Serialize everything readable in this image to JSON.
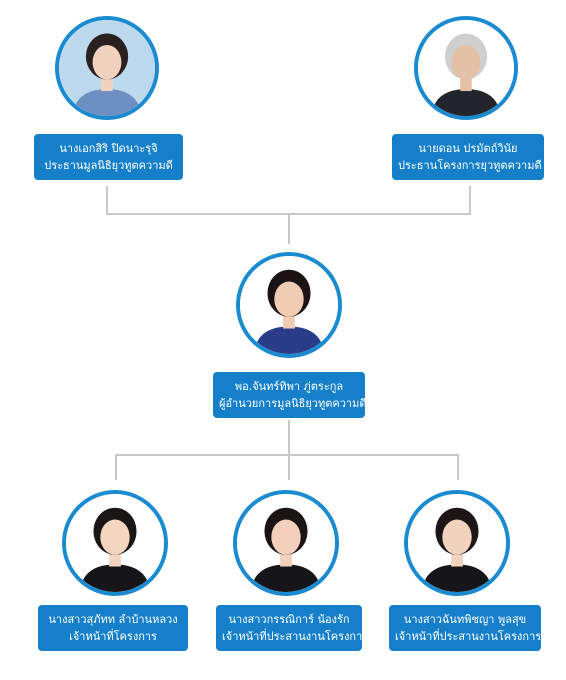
{
  "people": [
    {
      "id": "chair-foundation",
      "name": "นางเอกสิริ ปิดนาะรุจิ",
      "role": "ประธานมูลนิธิยุวทูตความดี",
      "bg": "#bcd9ee",
      "skin": "#f1d2bf",
      "hair": "#2a2020",
      "outfit": "#6e8fc2"
    },
    {
      "id": "chair-project",
      "name": "นายดอน ปรมัตถ์วินัย",
      "role": "ประธานโครงการยุวทูตความดี",
      "bg": "#ffffff",
      "skin": "#e3c1a4",
      "hair": "#cfcfcf",
      "outfit": "#23252c"
    },
    {
      "id": "director",
      "name": "พอ.จันทร์ทิพา ภู่ตระกูล",
      "role": "ผู้อำนวยการมูลนิธิยุวทูตความดี",
      "bg": "#ffffff",
      "skin": "#f0ccb3",
      "hair": "#1c1414",
      "outfit": "#2a3d8a"
    },
    {
      "id": "staff-1",
      "name": "นางสาวสุภัทท ลำบ้านหลวง",
      "role": "เจ้าหน้าที่โครงการ",
      "bg": "#ffffff",
      "skin": "#f3d5c0",
      "hair": "#1a1616",
      "outfit": "#15151a"
    },
    {
      "id": "staff-2",
      "name": "นางสาวกรรณิการ์ น้องรัก",
      "role": "เจ้าหน้าที่ประสานงานโครงการ",
      "bg": "#ffffff",
      "skin": "#f2d0bb",
      "hair": "#1a1414",
      "outfit": "#15151a"
    },
    {
      "id": "staff-3",
      "name": "นางสาวฉันทพิชญา พูลสุข",
      "role": "เจ้าหน้าที่ประสานงานโครงการ",
      "bg": "#ffffff",
      "skin": "#f1d3c0",
      "hair": "#1c1616",
      "outfit": "#15151a"
    }
  ],
  "colors": {
    "accent": "#1580c9",
    "ring": "#1b8bd1",
    "line": "#c8c8c8"
  }
}
